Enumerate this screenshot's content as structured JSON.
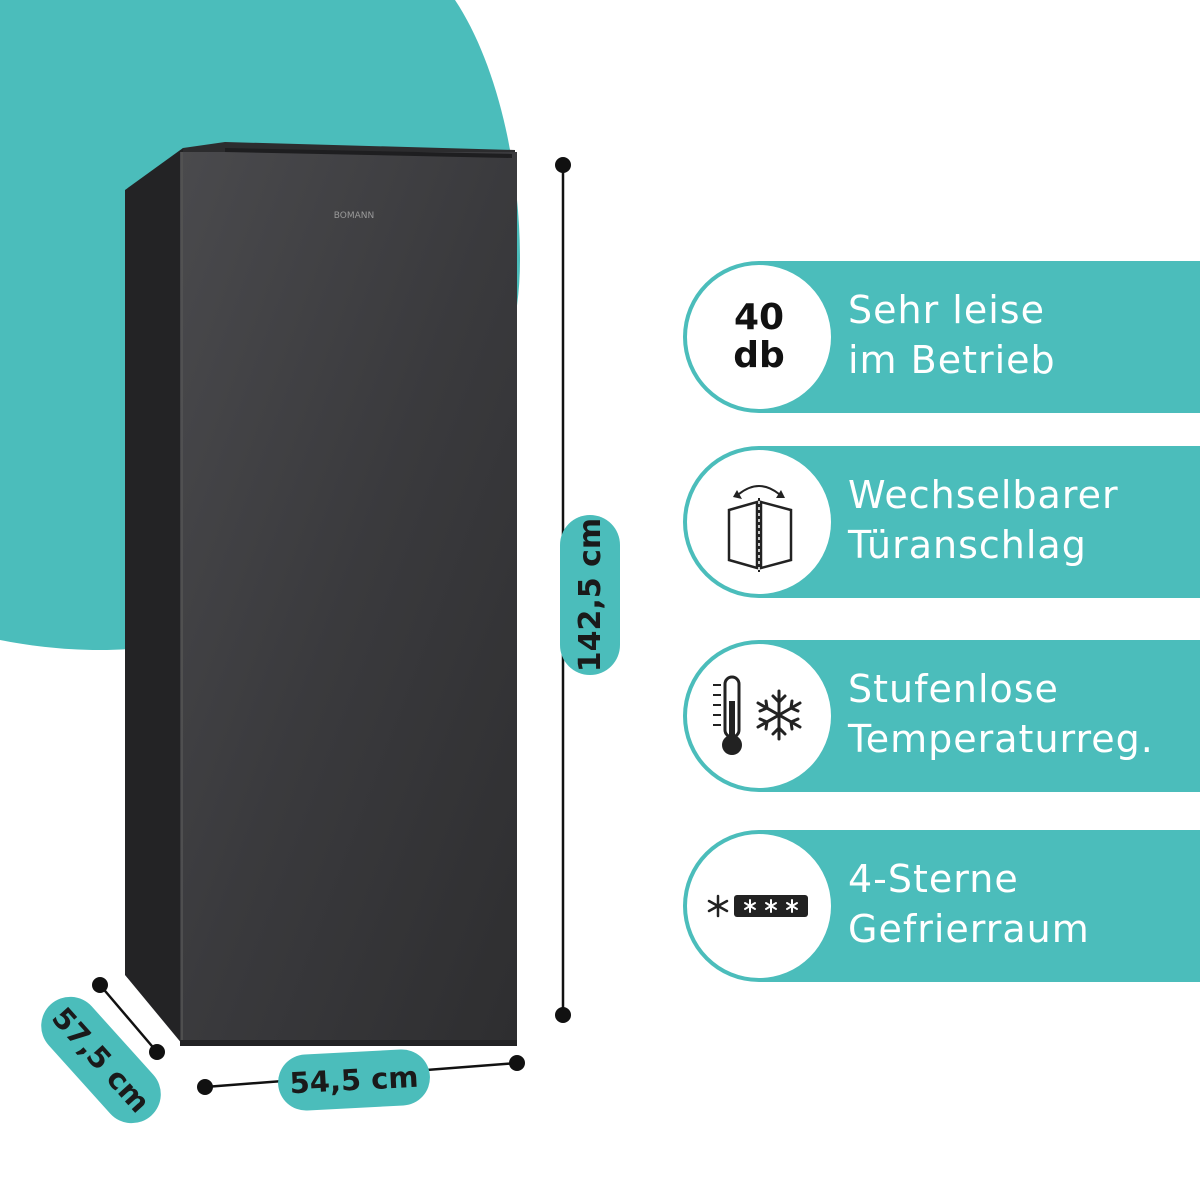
{
  "brand": {
    "logo": "BOMANN"
  },
  "dimensions": {
    "height": "142,5 cm",
    "width": "54,5 cm",
    "depth": "57,5 cm"
  },
  "features": [
    {
      "icon": "40db-icon",
      "icon_top": "40",
      "icon_bottom": "db",
      "line1": "Sehr leise",
      "line2": "im Betrieb"
    },
    {
      "icon": "door-reversible-icon",
      "line1": "Wechselbarer",
      "line2": "Türanschlag"
    },
    {
      "icon": "thermometer-snowflake-icon",
      "line1": "Stufenlose",
      "line2": "Temperaturreg."
    },
    {
      "icon": "four-star-freezer-icon",
      "line1": "4-Sterne",
      "line2": "Gefrierraum"
    }
  ],
  "colors": {
    "accent": "#4bbdbb",
    "fridge": "#3a3a3c",
    "text_dark": "#1a1a1a"
  }
}
